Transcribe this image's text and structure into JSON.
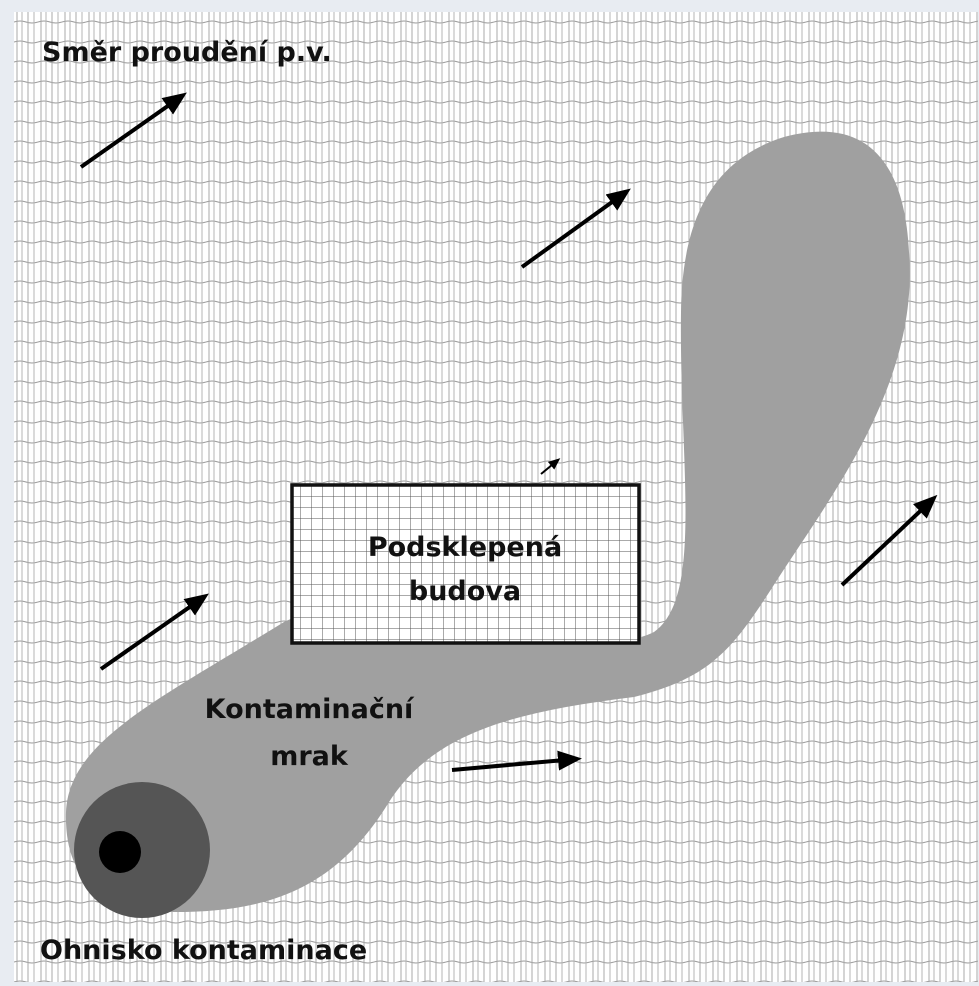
{
  "labels": {
    "flow_direction": "Směr proudění p.v.",
    "building_line1": "Podsklepená",
    "building_line2": "budova",
    "plume_line1": "Kontaminační",
    "plume_line2": "mrak",
    "source": "Ohnisko kontaminace"
  },
  "colors": {
    "page_border": "#e8ecf2",
    "background": "#ffffff",
    "ground_hatch": "#9a9a9a",
    "plume": "#a0a0a0",
    "source_outer": "#555555",
    "source_core": "#000000",
    "building_grid": "#555555",
    "arrows": "#000000",
    "text": "#111111"
  },
  "legend": {
    "ground_pattern": "wavy vertical hatch (soil / aquifer)",
    "building_pattern": "square grid"
  },
  "icons": {
    "flow_arrow": "arrow-up-right-icon",
    "flow_arrow_east": "arrow-right-icon",
    "source_marker": "contamination-source-icon"
  }
}
